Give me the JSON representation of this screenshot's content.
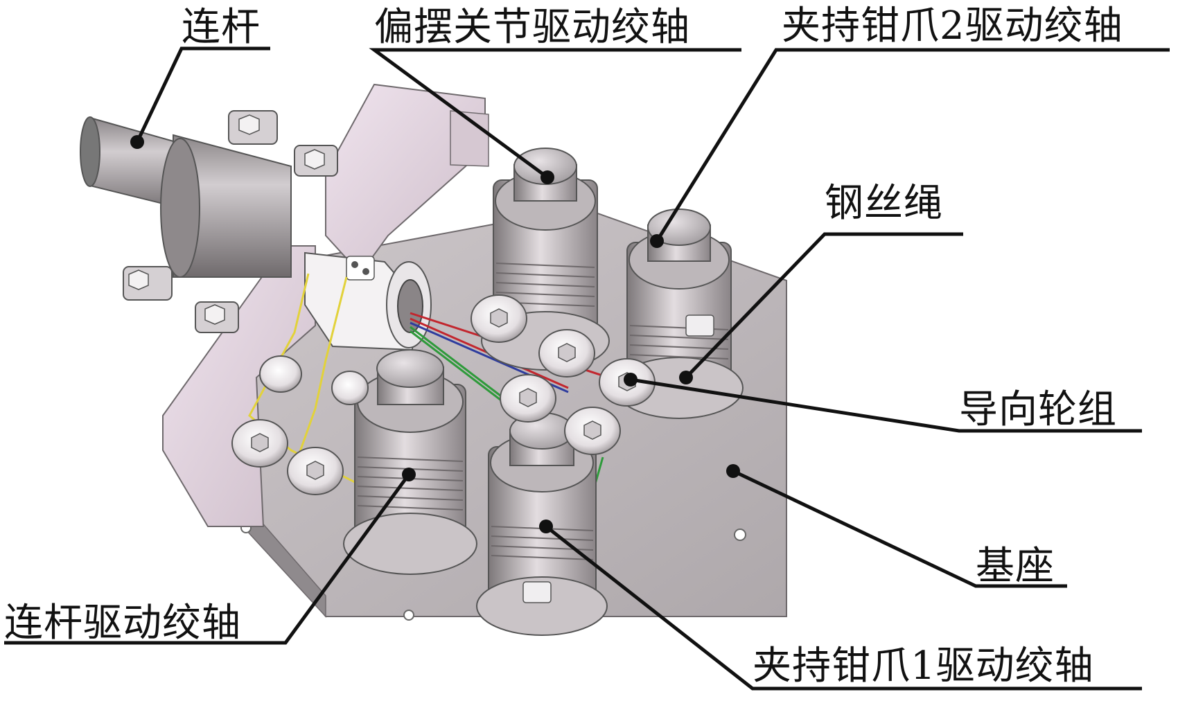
{
  "figure": {
    "colors": {
      "plate": "#bdb7b9",
      "plate_dark": "#8f8a8d",
      "bracket": "#e6d6e2",
      "metal_light": "#d8d2d5",
      "metal_dark": "#9a9497",
      "wire_red": "#c2262e",
      "wire_green": "#2e9a3a",
      "wire_blue": "#2e3c9e",
      "wire_yellow": "#e2d23a",
      "leader": "#111111"
    },
    "labels": [
      {
        "id": "connecting-rod",
        "text": "连杆"
      },
      {
        "id": "yaw-joint-winch",
        "text": "偏摆关节驱动绞轴"
      },
      {
        "id": "jaw2-winch",
        "text": "夹持钳爪2驱动绞轴"
      },
      {
        "id": "wire-rope",
        "text": "钢丝绳"
      },
      {
        "id": "guide-pulley-set",
        "text": "导向轮组"
      },
      {
        "id": "base",
        "text": "基座"
      },
      {
        "id": "rod-winch",
        "text": "连杆驱动绞轴"
      },
      {
        "id": "jaw1-winch",
        "text": "夹持钳爪1驱动绞轴"
      }
    ]
  }
}
